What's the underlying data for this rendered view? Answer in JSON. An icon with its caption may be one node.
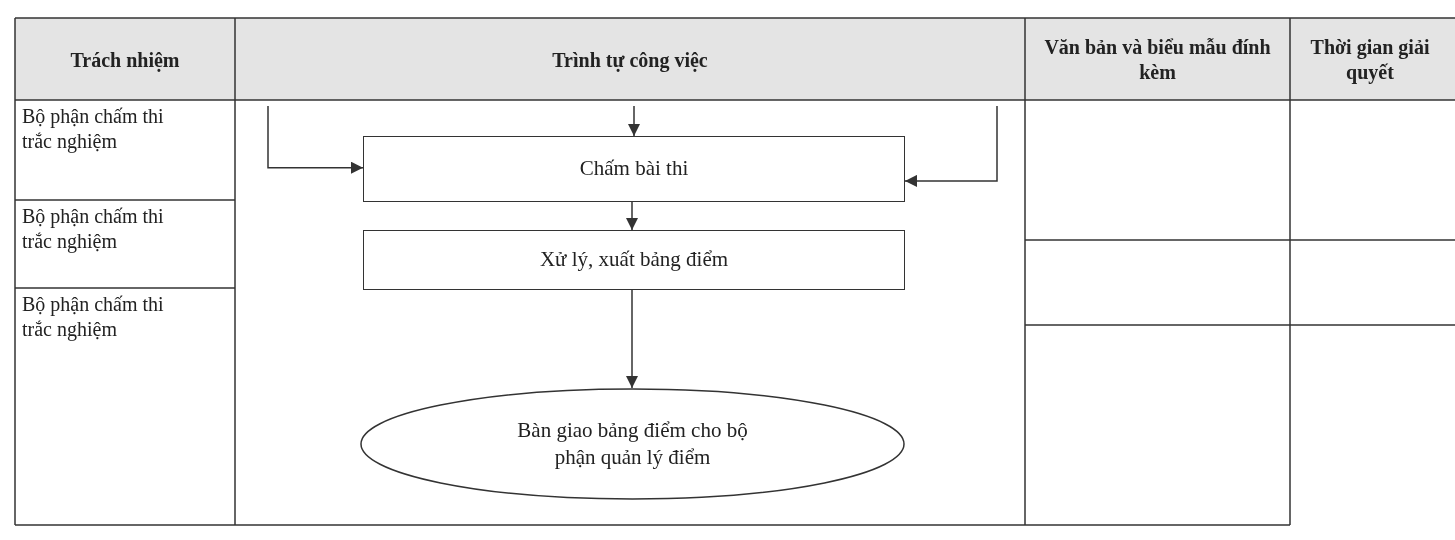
{
  "diagram": {
    "nodes": [
      {
        "text": [
          "Chấm bài thi"
        ]
      },
      {
        "text": [
          "Xử lý, xuất bảng điểm"
        ]
      },
      {
        "text": [
          "Bàn giao bảng điểm cho bộ phận quản lý điểm"
        ]
      }
    ],
    "edges": [
      {
        "from": null,
        "to": 0,
        "arrow": "to"
      },
      {
        "from": null,
        "to": 0,
        "arrow": "to"
      },
      {
        "from": null,
        "to": 0,
        "arrow": "to"
      },
      {
        "from": 0,
        "to": 1,
        "arrow": "to"
      },
      {
        "from": 1,
        "to": 2,
        "arrow": "to"
      }
    ],
    "labels": [
      "Trách nhiệm",
      "Trình tự công việc",
      "Văn bản và biểu mẫu đính kèm",
      "Thời gian giải quyết",
      "Bộ phận chấm thi trắc nghiệm",
      "Bộ phận chấm thi trắc nghiệm",
      "Bộ phận chấm thi trắc nghiệm"
    ]
  }
}
